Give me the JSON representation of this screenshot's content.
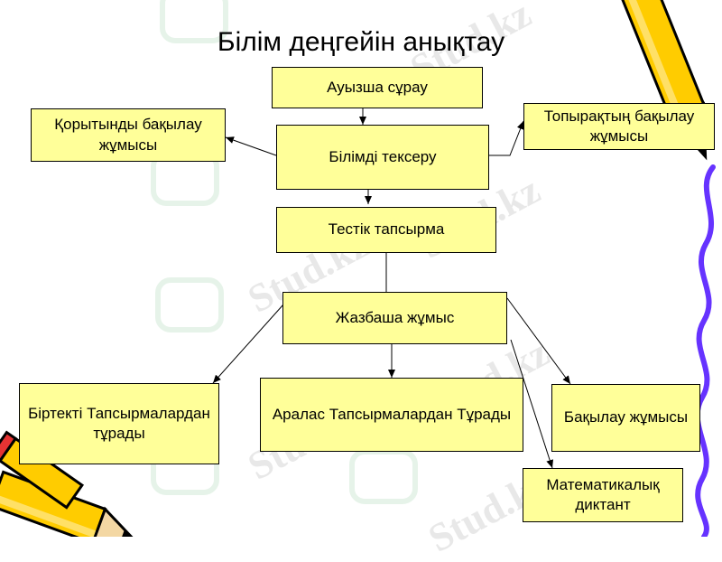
{
  "title": "Білім деңгейін анықтау",
  "watermark": "Stud.kz",
  "nodes": {
    "oral": "Ауызша сұрау",
    "check": "Білімді тексеру",
    "final": "Қорытынды бақылау жұмысы",
    "group": "Топырақтың бақылау жұмысы",
    "test": "Тестік тапсырма",
    "written": "Жазбаша жұмыс",
    "uniform": "Біртекті Тапсырмалардан тұрады",
    "mixed": "Аралас Тапсырмалардан Тұрады",
    "control": "Бақылау жұмысы",
    "dictation": "Математикалық диктант"
  },
  "colors": {
    "box_fill": "#ffff99",
    "pencil": "#ffcc00",
    "wave": "#6633ff"
  }
}
